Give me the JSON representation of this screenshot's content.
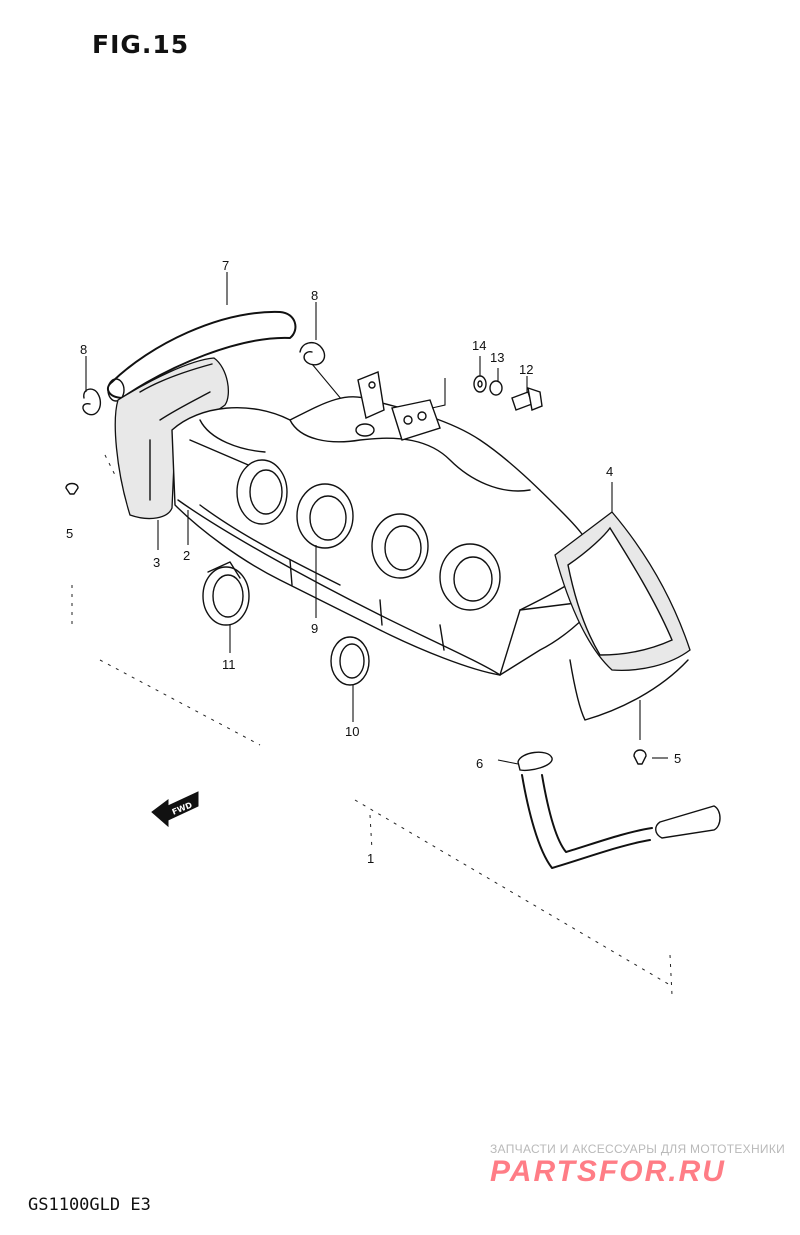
{
  "figure": {
    "title": "FIG.15",
    "model_code": "GS1100GLD E3",
    "fwd_label": "FWD"
  },
  "watermark": {
    "line1": "ЗАПЧАСТИ И АКСЕССУАРЫ ДЛЯ МОТОТЕХНИКИ",
    "logo": "PARTSFOR.RU",
    "logo_color": "#ff7d86"
  },
  "callouts": {
    "p1": "1",
    "p2": "2",
    "p3": "3",
    "p4": "4",
    "p5a": "5",
    "p5b": "5",
    "p6": "6",
    "p7": "7",
    "p8a": "8",
    "p8b": "8",
    "p9": "9",
    "p10": "10",
    "p11": "11",
    "p12": "12",
    "p13": "13",
    "p14": "14"
  }
}
